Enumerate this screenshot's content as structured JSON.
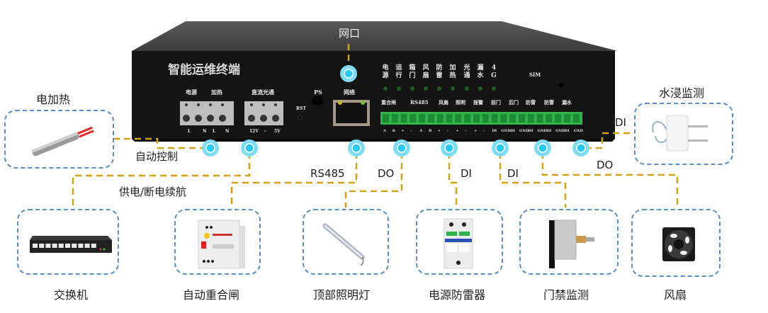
{
  "device": {
    "name": "智能运维终端",
    "top_label": "网口",
    "terminal_groups": [
      "电源",
      "加热",
      "直流光通",
      "PS",
      "网络",
      "RST"
    ],
    "power_pins": [
      "L",
      "N",
      "L",
      "N"
    ],
    "dc_pins": [
      "12V",
      "-",
      "5V"
    ],
    "indicator_leds": [
      "电源",
      "运行",
      "箱门",
      "风扇",
      "防雷",
      "加热",
      "光通",
      "漏水",
      "4G"
    ],
    "sim_label": "SIM",
    "port_labels": [
      "重合闸",
      "RS485",
      "风扇",
      "照明",
      "报警",
      "前门",
      "后门",
      "防雷",
      "防雷",
      "漏水"
    ],
    "port_pins": [
      "A",
      "B",
      "+",
      "-",
      "A",
      "B",
      "+",
      "-",
      "+",
      "-",
      "+",
      "-",
      "DI",
      "GND",
      "DI",
      "GND",
      "DI",
      "GND",
      "DI",
      "GND",
      "DI",
      "GND"
    ]
  },
  "connections": {
    "heater_link": "自动控制",
    "power_link": "供电/断电续航",
    "rs485": "RS485",
    "do_1": "DO",
    "di_1": "DI",
    "di_2": "DI",
    "do_2": "DO",
    "di_water": "DI"
  },
  "peripherals": {
    "heater": "电加热",
    "water": "水浸监测",
    "switch": "交换机",
    "recloser": "自动重合闸",
    "light": "顶部照明灯",
    "spd": "电源防雷器",
    "door": "门禁监测",
    "fan": "风扇"
  },
  "colors": {
    "line": "#d4a017",
    "box_border": "#5b8fc4",
    "node": "#29c8f0",
    "node_halo": "#7fdcf5",
    "device_face": "#141414",
    "device_top": "#4a4a4a",
    "terminal_green": "#2fb34a"
  }
}
